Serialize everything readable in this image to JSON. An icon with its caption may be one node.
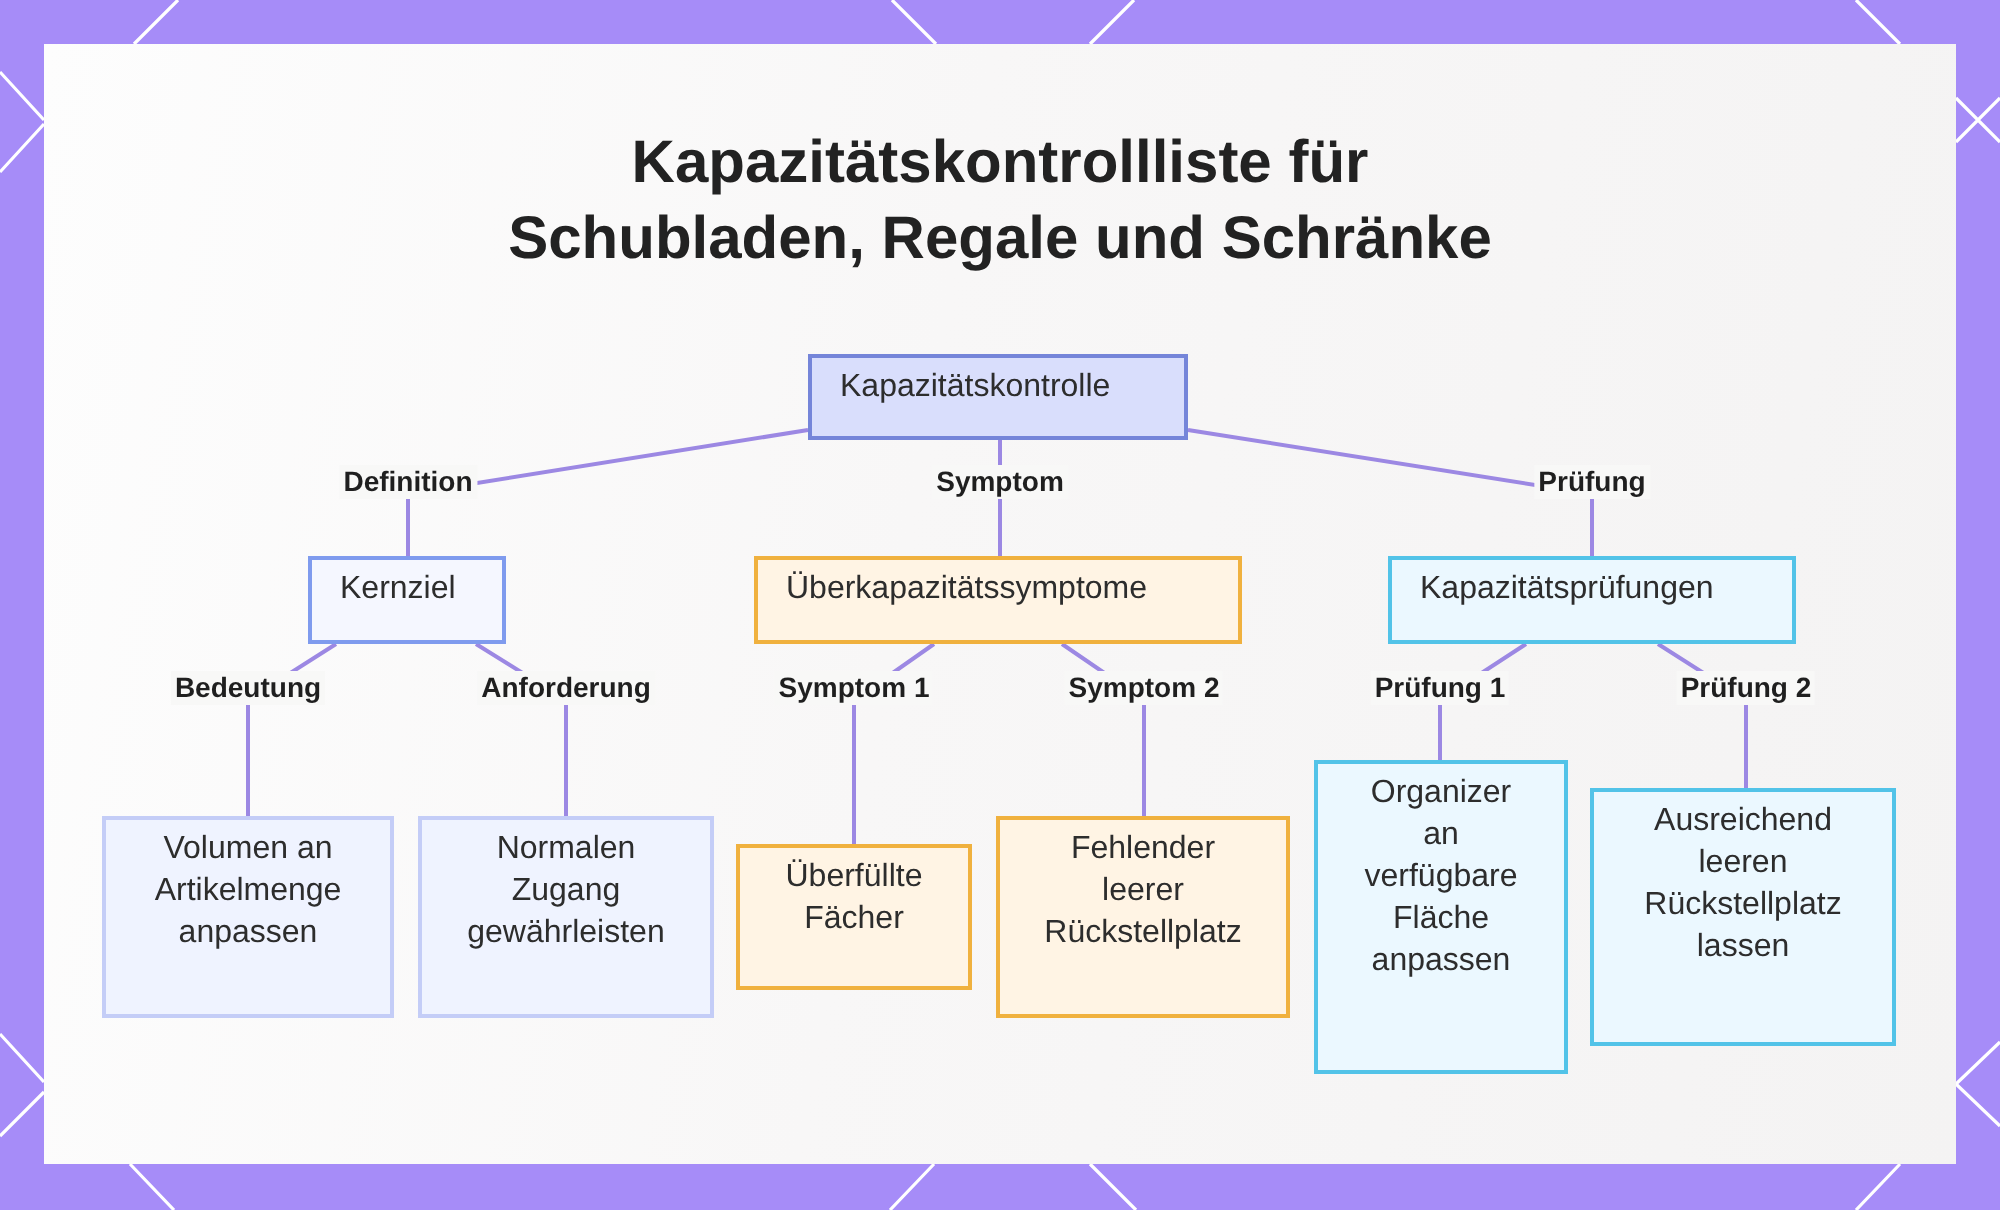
{
  "diagram": {
    "title": "Kapazitätskontrollliste für Schubladen, Regale und Schränke",
    "nodes": [
      {
        "text": [
          "Kapazitätskontrolle"
        ]
      },
      {
        "text": [
          "Kernziel"
        ]
      },
      {
        "text": [
          "Überkapazitätssymptome"
        ]
      },
      {
        "text": [
          "Kapazitätsprüfungen"
        ]
      },
      {
        "text": [
          "Volumen an Artikelmenge anpassen"
        ]
      },
      {
        "text": [
          "Normalen Zugang gewährleisten"
        ]
      },
      {
        "text": [
          "Überfüllte Fächer"
        ]
      },
      {
        "text": [
          "Fehlender leerer Rückstellplatz"
        ]
      },
      {
        "text": [
          "Organizer an verfügbare Fläche anpassen"
        ]
      },
      {
        "text": [
          "Ausreichend leeren Rückstellplatz lassen"
        ]
      }
    ],
    "edges": [
      {
        "from": 0,
        "to": 1,
        "arrow": "none",
        "label": "Definition"
      },
      {
        "from": 0,
        "to": 2,
        "arrow": "none",
        "label": "Symptom"
      },
      {
        "from": 0,
        "to": 3,
        "arrow": "none",
        "label": "Prüfung"
      },
      {
        "from": 1,
        "to": 4,
        "arrow": "none",
        "label": "Bedeutung"
      },
      {
        "from": 1,
        "to": 5,
        "arrow": "none",
        "label": "Anforderung"
      },
      {
        "from": 2,
        "to": 6,
        "arrow": "none",
        "label": "Symptom 1"
      },
      {
        "from": 2,
        "to": 7,
        "arrow": "none",
        "label": "Symptom 2"
      },
      {
        "from": 3,
        "to": 8,
        "arrow": "none",
        "label": "Prüfung 1"
      },
      {
        "from": 3,
        "to": 9,
        "arrow": "none",
        "label": "Prüfung 2"
      }
    ]
  }
}
